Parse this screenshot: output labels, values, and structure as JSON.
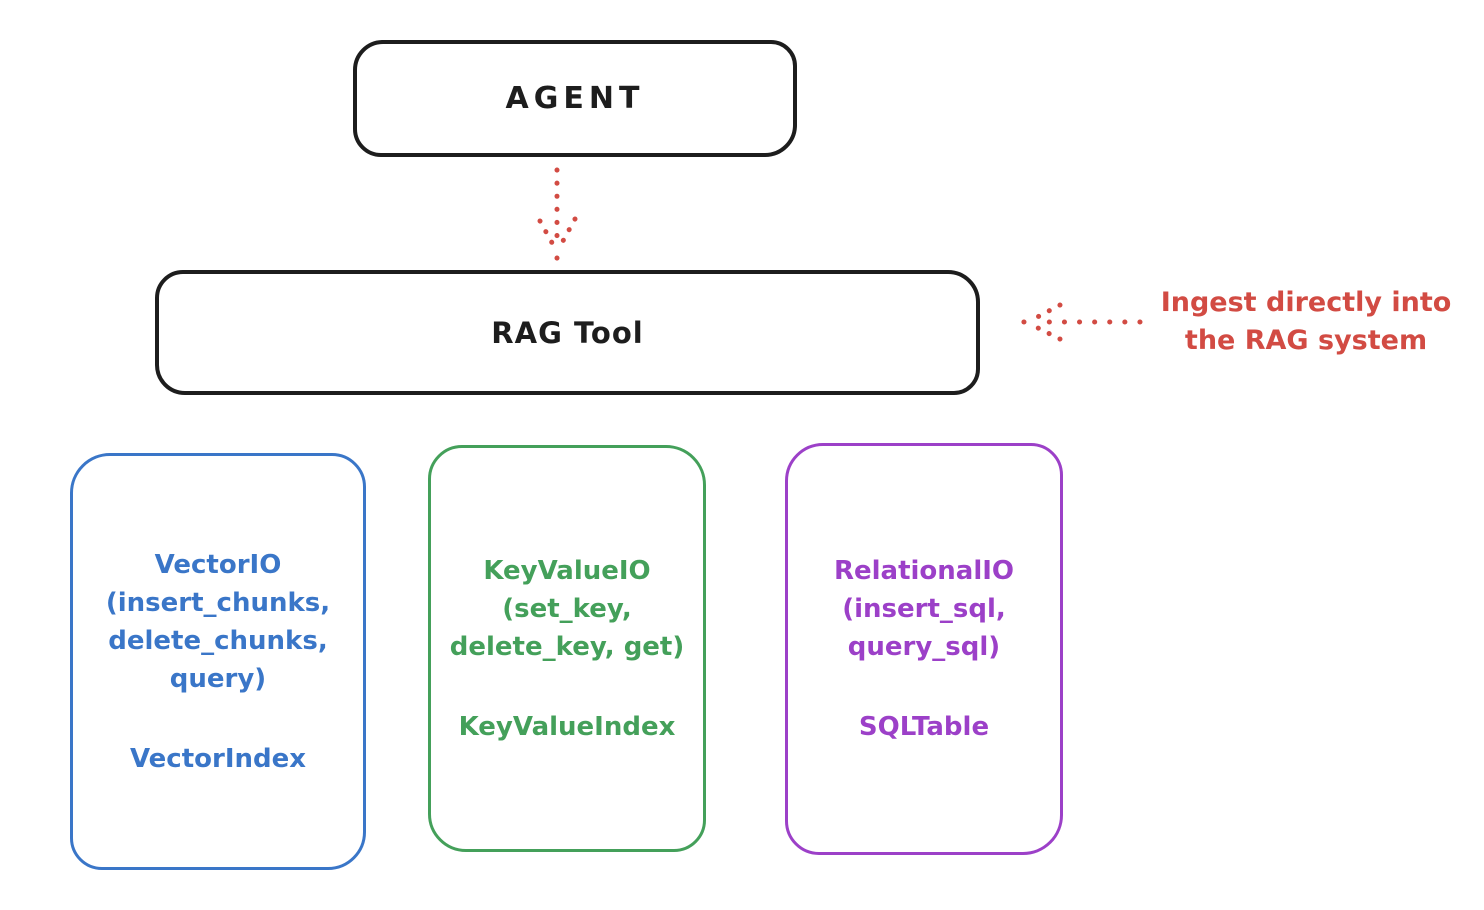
{
  "diagram": {
    "agent_box": {
      "label": "AGENT"
    },
    "rag_tool_box": {
      "label": "RAG Tool"
    },
    "annotation": {
      "line1": "Ingest directly into",
      "line2": "the RAG system"
    },
    "storage_boxes": [
      {
        "id": "vector-io",
        "lines": [
          "VectorIO",
          "(insert_chunks,",
          "delete_chunks,",
          "query)"
        ],
        "index_label": "VectorIndex",
        "color": "#3a76c8"
      },
      {
        "id": "keyvalue-io",
        "lines": [
          "KeyValueIO",
          "(set_key,",
          "delete_key, get)"
        ],
        "index_label": "KeyValueIndex",
        "color": "#44a05a"
      },
      {
        "id": "relational-io",
        "lines": [
          "RelationalIO",
          "(insert_sql,",
          "query_sql)"
        ],
        "index_label": "SQLTable",
        "color": "#9c40c8"
      }
    ],
    "colors": {
      "stroke_black": "#1d1d1d",
      "arrow_red": "#d24b43",
      "background": "#ffffff"
    }
  }
}
